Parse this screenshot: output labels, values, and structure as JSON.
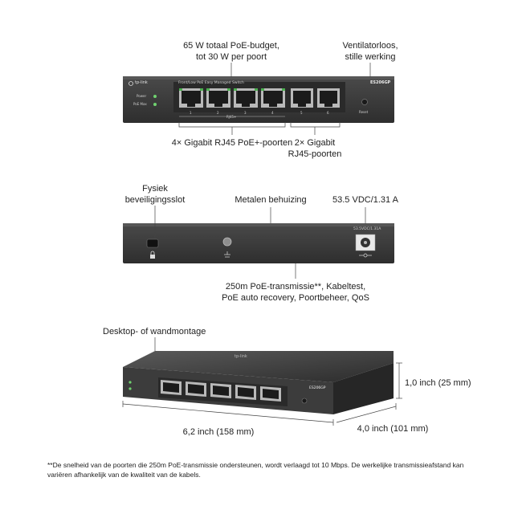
{
  "front_view": {
    "brand": "tp-link",
    "model": "ES206GP",
    "subtitle": "Front/Low PoE Easy Managed Switch",
    "led_power": "Power",
    "led_poe_max": "PoE Max",
    "reset": "Reset",
    "group_label": "RJ45+",
    "port_numbers": [
      "1",
      "2",
      "3",
      "4",
      "5",
      "6"
    ],
    "callout_budget_line1": "65 W totaal PoE-budget,",
    "callout_budget_line2": "tot 30 W per poort",
    "callout_fanless_line1": "Ventilatorloos,",
    "callout_fanless_line2": "stille werking",
    "callout_poe_ports": "4× Gigabit RJ45 PoE+-poorten",
    "callout_gigabit_line1": "2× Gigabit",
    "callout_gigabit_line2": "RJ45-poorten"
  },
  "rear_view": {
    "power_rating": "53.5VDC/1.31A",
    "callout_lock_line1": "Fysiek",
    "callout_lock_line2": "beveiligingsslot",
    "callout_housing": "Metalen behuizing",
    "callout_power": "53.5 VDC/1.31 A",
    "callout_features_line1": "250m PoE-transmissie**, Kabeltest,",
    "callout_features_line2": "PoE auto recovery, Poortbeheer, QoS"
  },
  "perspective_view": {
    "brand": "tp-link",
    "model": "ES206GP",
    "callout_mount": "Desktop- of wandmontage",
    "height": "1,0 inch (25 mm)",
    "width": "6,2 inch (158 mm)",
    "depth": "4,0 inch (101 mm)"
  },
  "footnote_line1": "**De snelheid van de poorten die 250m PoE-transmissie ondersteunen, wordt verlaagd tot 10 Mbps. De werkelijke transmissieafstand kan",
  "footnote_line2": "variëren afhankelijk van de kwaliteit van de kabels."
}
